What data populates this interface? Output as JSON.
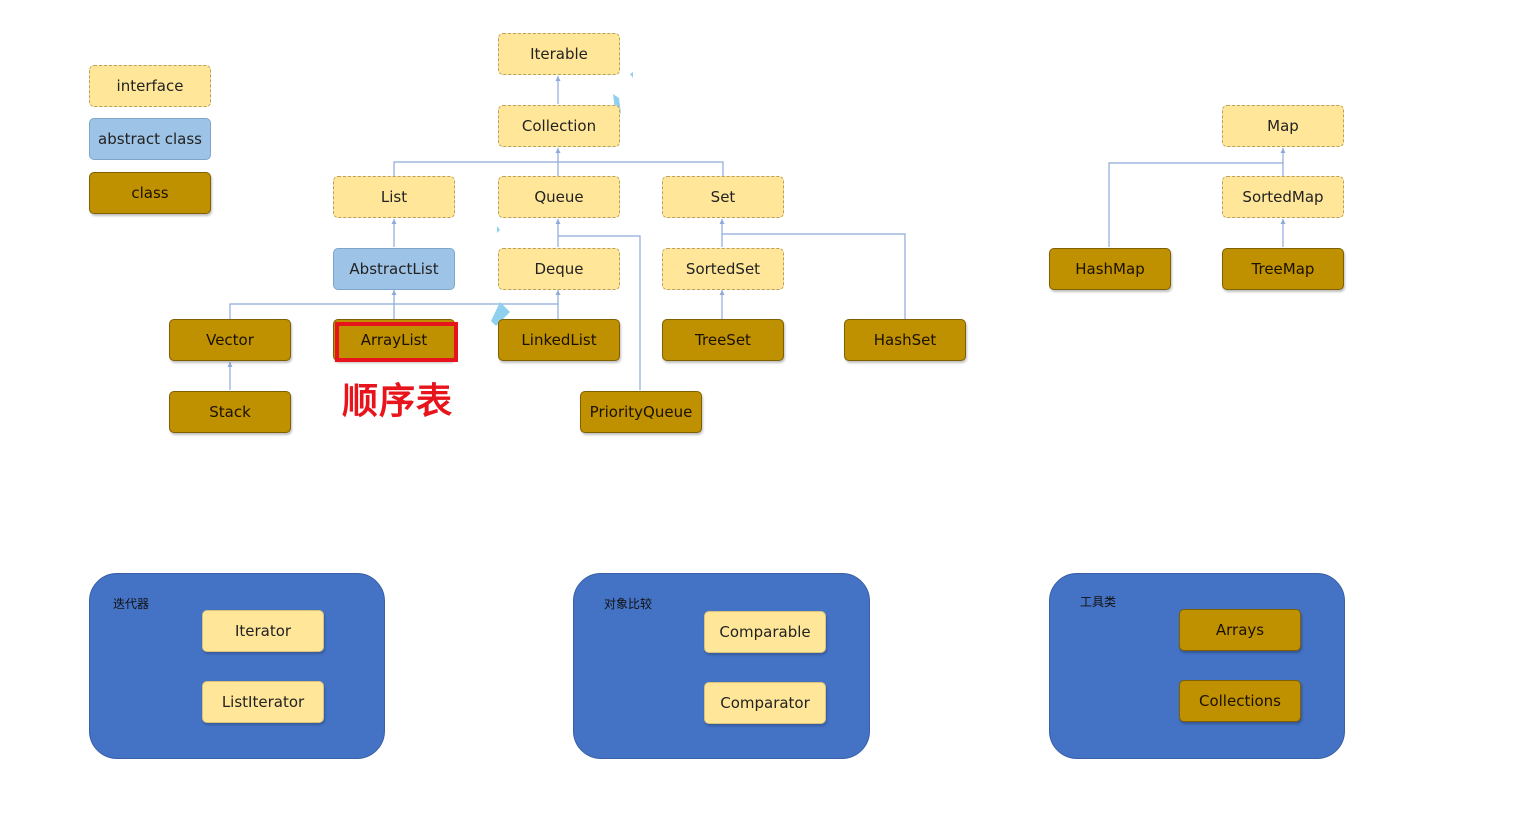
{
  "legend": {
    "interface": "interface",
    "abstract_class": "abstract class",
    "class": "class"
  },
  "nodes": {
    "iterable": "Iterable",
    "collection": "Collection",
    "list": "List",
    "queue": "Queue",
    "set": "Set",
    "abstract_list": "AbstractList",
    "deque": "Deque",
    "sorted_set": "SortedSet",
    "vector": "Vector",
    "array_list": "ArrayList",
    "linked_list": "LinkedList",
    "tree_set": "TreeSet",
    "hash_set": "HashSet",
    "stack": "Stack",
    "priority_queue": "PriorityQueue",
    "map": "Map",
    "sorted_map": "SortedMap",
    "hash_map": "HashMap",
    "tree_map": "TreeMap"
  },
  "annotation": "顺序表",
  "panels": {
    "iterator": {
      "title": "迭代器",
      "items": [
        "Iterator",
        "ListIterator"
      ]
    },
    "comparison": {
      "title": "对象比较",
      "items": [
        "Comparable",
        "Comparator"
      ]
    },
    "tools": {
      "title": "工具类",
      "items": [
        "Arrays",
        "Collections"
      ]
    }
  },
  "colors": {
    "interface": "#ffe699",
    "abstract_class": "#9dc3e6",
    "class": "#bf9000",
    "panel": "#4472c4",
    "highlight": "#e8141c",
    "connector": "#8eaadb"
  }
}
